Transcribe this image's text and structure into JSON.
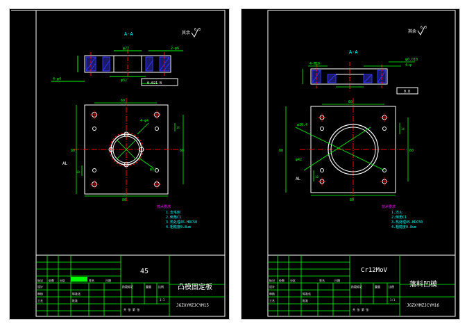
{
  "colors": {
    "background": "#000000",
    "frame": "#ffffff",
    "section": "#ffffff",
    "dimension": "#00ff00",
    "label": "#00ffff",
    "center_line": "#ff0000",
    "hole": "#ffffff",
    "hatch": "#3333ff",
    "notes_heading": "#ff00ff"
  },
  "sheets": [
    {
      "id": "left",
      "section_label": "A-A",
      "roughness_label": "其余",
      "roughness_value": "6.3",
      "callout_hole": "4-φ4",
      "callout_thread": "2-φ6",
      "dim_top_1": "φ27",
      "dim_top_2": "φ32",
      "tolerance_box": "0.021 B",
      "view_label": "AL",
      "plan_dim_top": "60",
      "plan_dim_bottom": "80",
      "plan_dim_left": "80",
      "plan_dim_right": "60",
      "plan_dim_small_left": "10",
      "plan_dim_small_right": "14",
      "plan_hole_callout": "4-φ4",
      "plan_center_dim": "φ32",
      "notes_heading": "技术要求",
      "notes": [
        "1.去毛刺",
        "2.倒角C1",
        "3.热处理45-HRC50",
        "4.粗糙度0.8um"
      ],
      "material": "45",
      "part_name": "凸模固定板",
      "drawing_code": "JGZXYMZJCYM15",
      "tb_row_labels": [
        "设计",
        "审核",
        "工艺",
        "标准化",
        "批准"
      ],
      "tb_col_labels": [
        "标记",
        "处数",
        "分区",
        "更改文件号",
        "签名",
        "日期"
      ],
      "tb_scale_label": "比例",
      "tb_weight_label": "重量",
      "tb_stage_label": "阶段标记",
      "tb_scale_value": "1:1",
      "tb_sheet_label": "共  张  第  张"
    },
    {
      "id": "right",
      "section_label": "A-A",
      "roughness_label": "其余",
      "roughness_value": "6.3",
      "callout_hole": "4-M10",
      "callout_tol": "φ0.018",
      "callout_thread": "4-φ",
      "tolerance_box": "0.8",
      "view_label": "AL",
      "plan_dim_top": "60",
      "plan_dim_bottom": "80",
      "plan_dim_left": "80",
      "plan_dim_right": "60",
      "plan_dim_small_right": "14",
      "plan_dim_small_bottom": "10",
      "plan_hole_callout": "φ10.4",
      "plan_center_dim": "φ42",
      "notes_heading": "技术要求",
      "notes": [
        "1.淬火",
        "2.倒角C1",
        "3.热处理45-HRC50",
        "4.粗糙度0.8um"
      ],
      "material": "Cr12MoV",
      "part_name": "落料凹模",
      "drawing_code": "JGZXYMZJCYM16",
      "tb_row_labels": [
        "设计",
        "审核",
        "工艺",
        "标准化",
        "批准"
      ],
      "tb_col_labels": [
        "标记",
        "处数",
        "分区",
        "更改文件号",
        "签名",
        "日期"
      ],
      "tb_scale_label": "比例",
      "tb_weight_label": "重量",
      "tb_stage_label": "阶段标记",
      "tb_scale_value": "1:1",
      "tb_sheet_label": "共  张  第  张"
    }
  ]
}
